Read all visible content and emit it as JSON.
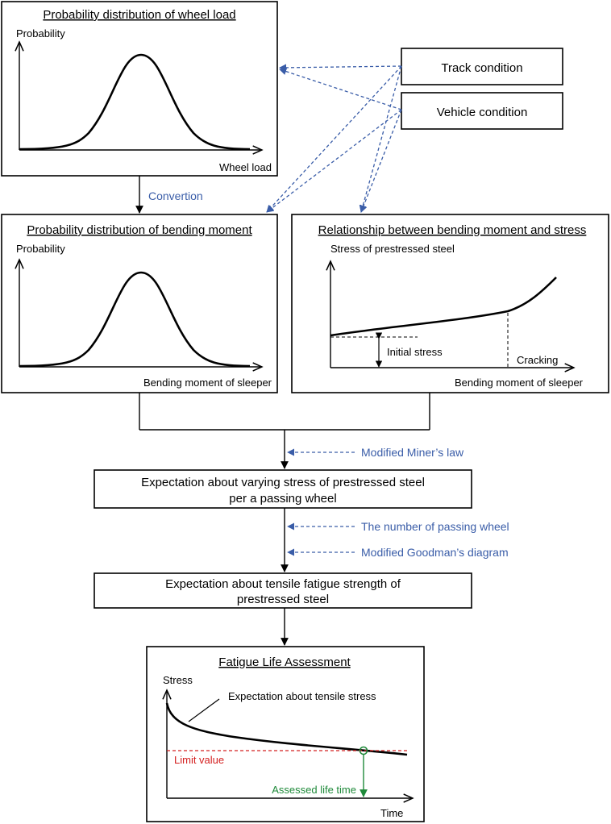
{
  "boxes": {
    "wheel_load": {
      "title": "Probability distribution of wheel load",
      "ylabel": "Probability",
      "xlabel": "Wheel load"
    },
    "bending_moment": {
      "title": "Probability distribution of bending moment",
      "ylabel": "Probability",
      "xlabel": "Bending moment of sleeper"
    },
    "relationship": {
      "title": "Relationship between bending moment and stress",
      "ylabel": "Stress of prestressed steel",
      "xlabel": "Bending moment of sleeper",
      "initial_stress": "Initial stress",
      "cracking": "Cracking"
    },
    "track_condition": "Track condition",
    "vehicle_condition": "Vehicle condition",
    "expectation_varying": {
      "line1": "Expectation about varying stress of prestressed steel",
      "line2": "per a passing wheel"
    },
    "expectation_tensile": {
      "line1": "Expectation about tensile fatigue strength of",
      "line2": "prestressed steel"
    },
    "fatigue": {
      "title": "Fatigue Life Assessment",
      "ylabel": "Stress",
      "xlabel": "Time",
      "curve_label": "Expectation about tensile stress",
      "limit_label": "Limit value",
      "life_label": "Assessed life time"
    }
  },
  "annotations": {
    "convertion": "Convertion",
    "miners_law": "Modified Miner’s law",
    "passing_wheel": "The number of passing wheel",
    "goodman": "Modified Goodman’s diagram"
  },
  "colors": {
    "annotation_blue": "#3a5da8",
    "limit_red": "#d42020",
    "life_green": "#1f8a3a",
    "line": "#000000"
  }
}
